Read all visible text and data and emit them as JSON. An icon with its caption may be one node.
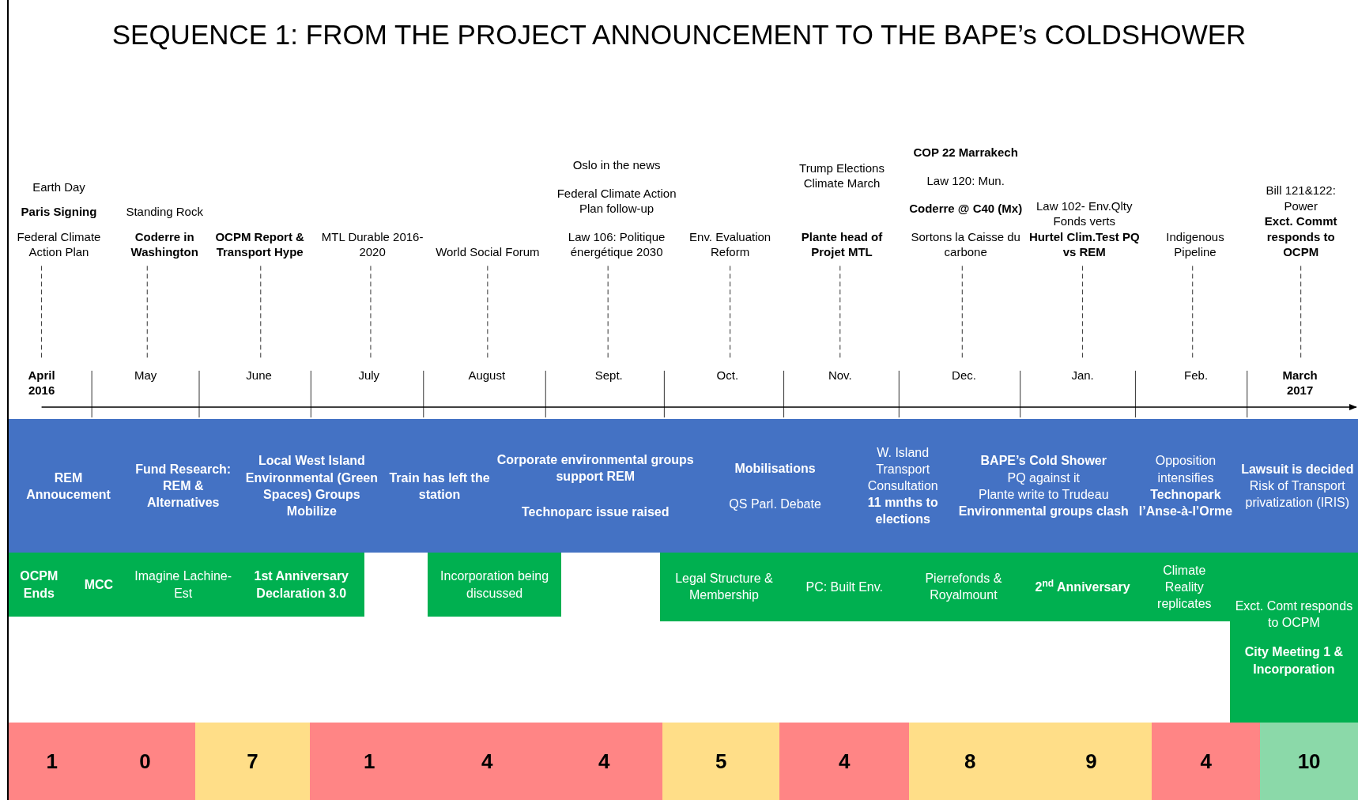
{
  "diagram": {
    "title": "SEQUENCE 1: FROM THE PROJECT ANNOUNCEMENT TO THE BAPE’s COLDSHOWER",
    "nodes": [
      {
        "text": [
          "REM Annoucement"
        ]
      },
      {
        "text": [
          "Fund Research: REM & Alternatives"
        ]
      },
      {
        "text": [
          "Local West Island Environmental (Green Spaces) Groups Mobilize"
        ]
      },
      {
        "text": [
          "Train has left the station"
        ]
      },
      {
        "text": [
          "Corporate environmental groups support REM",
          "Technoparc issue raised"
        ]
      },
      {
        "text": [
          "Mobilisations",
          "QS Parl. Debate"
        ]
      },
      {
        "text": [
          "W. Island Transport Consultation",
          "11 mnths to elections"
        ]
      },
      {
        "text": [
          "BAPE’s Cold Shower",
          "PQ against it",
          "Plante write to Trudeau",
          "Environmental groups clash"
        ]
      },
      {
        "text": [
          "Opposition intensifies",
          "Technopark l’Anse-à-l’Orme"
        ]
      },
      {
        "text": [
          "Lawsuit is decided",
          "Risk of Transport privatization (IRIS)"
        ]
      },
      {
        "text": [
          "OCPM Ends"
        ]
      },
      {
        "text": [
          "MCC"
        ]
      },
      {
        "text": [
          "Imagine Lachine-Est"
        ]
      },
      {
        "text": [
          "1st Anniversary Declaration 3.0"
        ]
      },
      {
        "text": [
          "Incorporation being discussed"
        ]
      },
      {
        "text": [
          "Legal Structure & Membership"
        ]
      },
      {
        "text": [
          "PC: Built Env."
        ]
      },
      {
        "text": [
          "Pierrefonds & Royalmount"
        ]
      },
      {
        "text": [
          "2$^{nd}$ Anniversary"
        ]
      },
      {
        "text": [
          "Climate Reality replicates"
        ]
      },
      {
        "text": [
          "Exct. Comt responds to OCPM",
          "City Meeting 1 & Incorporation"
        ]
      },
      {
        "text": [
          "1"
        ]
      },
      {
        "text": [
          "0"
        ]
      },
      {
        "text": [
          "7"
        ]
      },
      {
        "text": [
          "1"
        ]
      },
      {
        "text": [
          "4"
        ]
      },
      {
        "text": [
          "4"
        ]
      },
      {
        "text": [
          "5"
        ]
      },
      {
        "text": [
          "4"
        ]
      },
      {
        "text": [
          "8"
        ]
      },
      {
        "text": [
          "9"
        ]
      },
      {
        "text": [
          "4"
        ]
      },
      {
        "text": [
          "10"
        ]
      }
    ],
    "labels": [
      "Earth Day",
      "Paris Signing",
      "Federal Climate Action Plan",
      "Standing Rock",
      "Coderre in Washington",
      "OCPM Report & Transport Hype",
      "MTL Durable 2016-2020",
      "World Social Forum",
      "Oslo in the news",
      "Federal Climate Action Plan follow-up",
      "Law 106: Politique énergétique 2030",
      "Env. Evaluation Reform",
      "Trump Elections Climate March",
      "Plante head of Projet MTL",
      "COP 22 Marrakech",
      "Law 120: Mun.",
      "Coderre @ C40 (Mx)",
      "Sortons la Caisse du carbone",
      "Law 102- Env.Qlty Fonds verts",
      "Hurtel Clim.Test PQ vs REM",
      "Indigenous Pipeline",
      "Bill 121&122: Power",
      "Exct. Commt responds to OCPM",
      "April 2016",
      "May",
      "June",
      "July",
      "August",
      "Sept.",
      "Oct.",
      "Nov.",
      "Dec.",
      "Jan.",
      "Feb.",
      "March 2017"
    ]
  }
}
